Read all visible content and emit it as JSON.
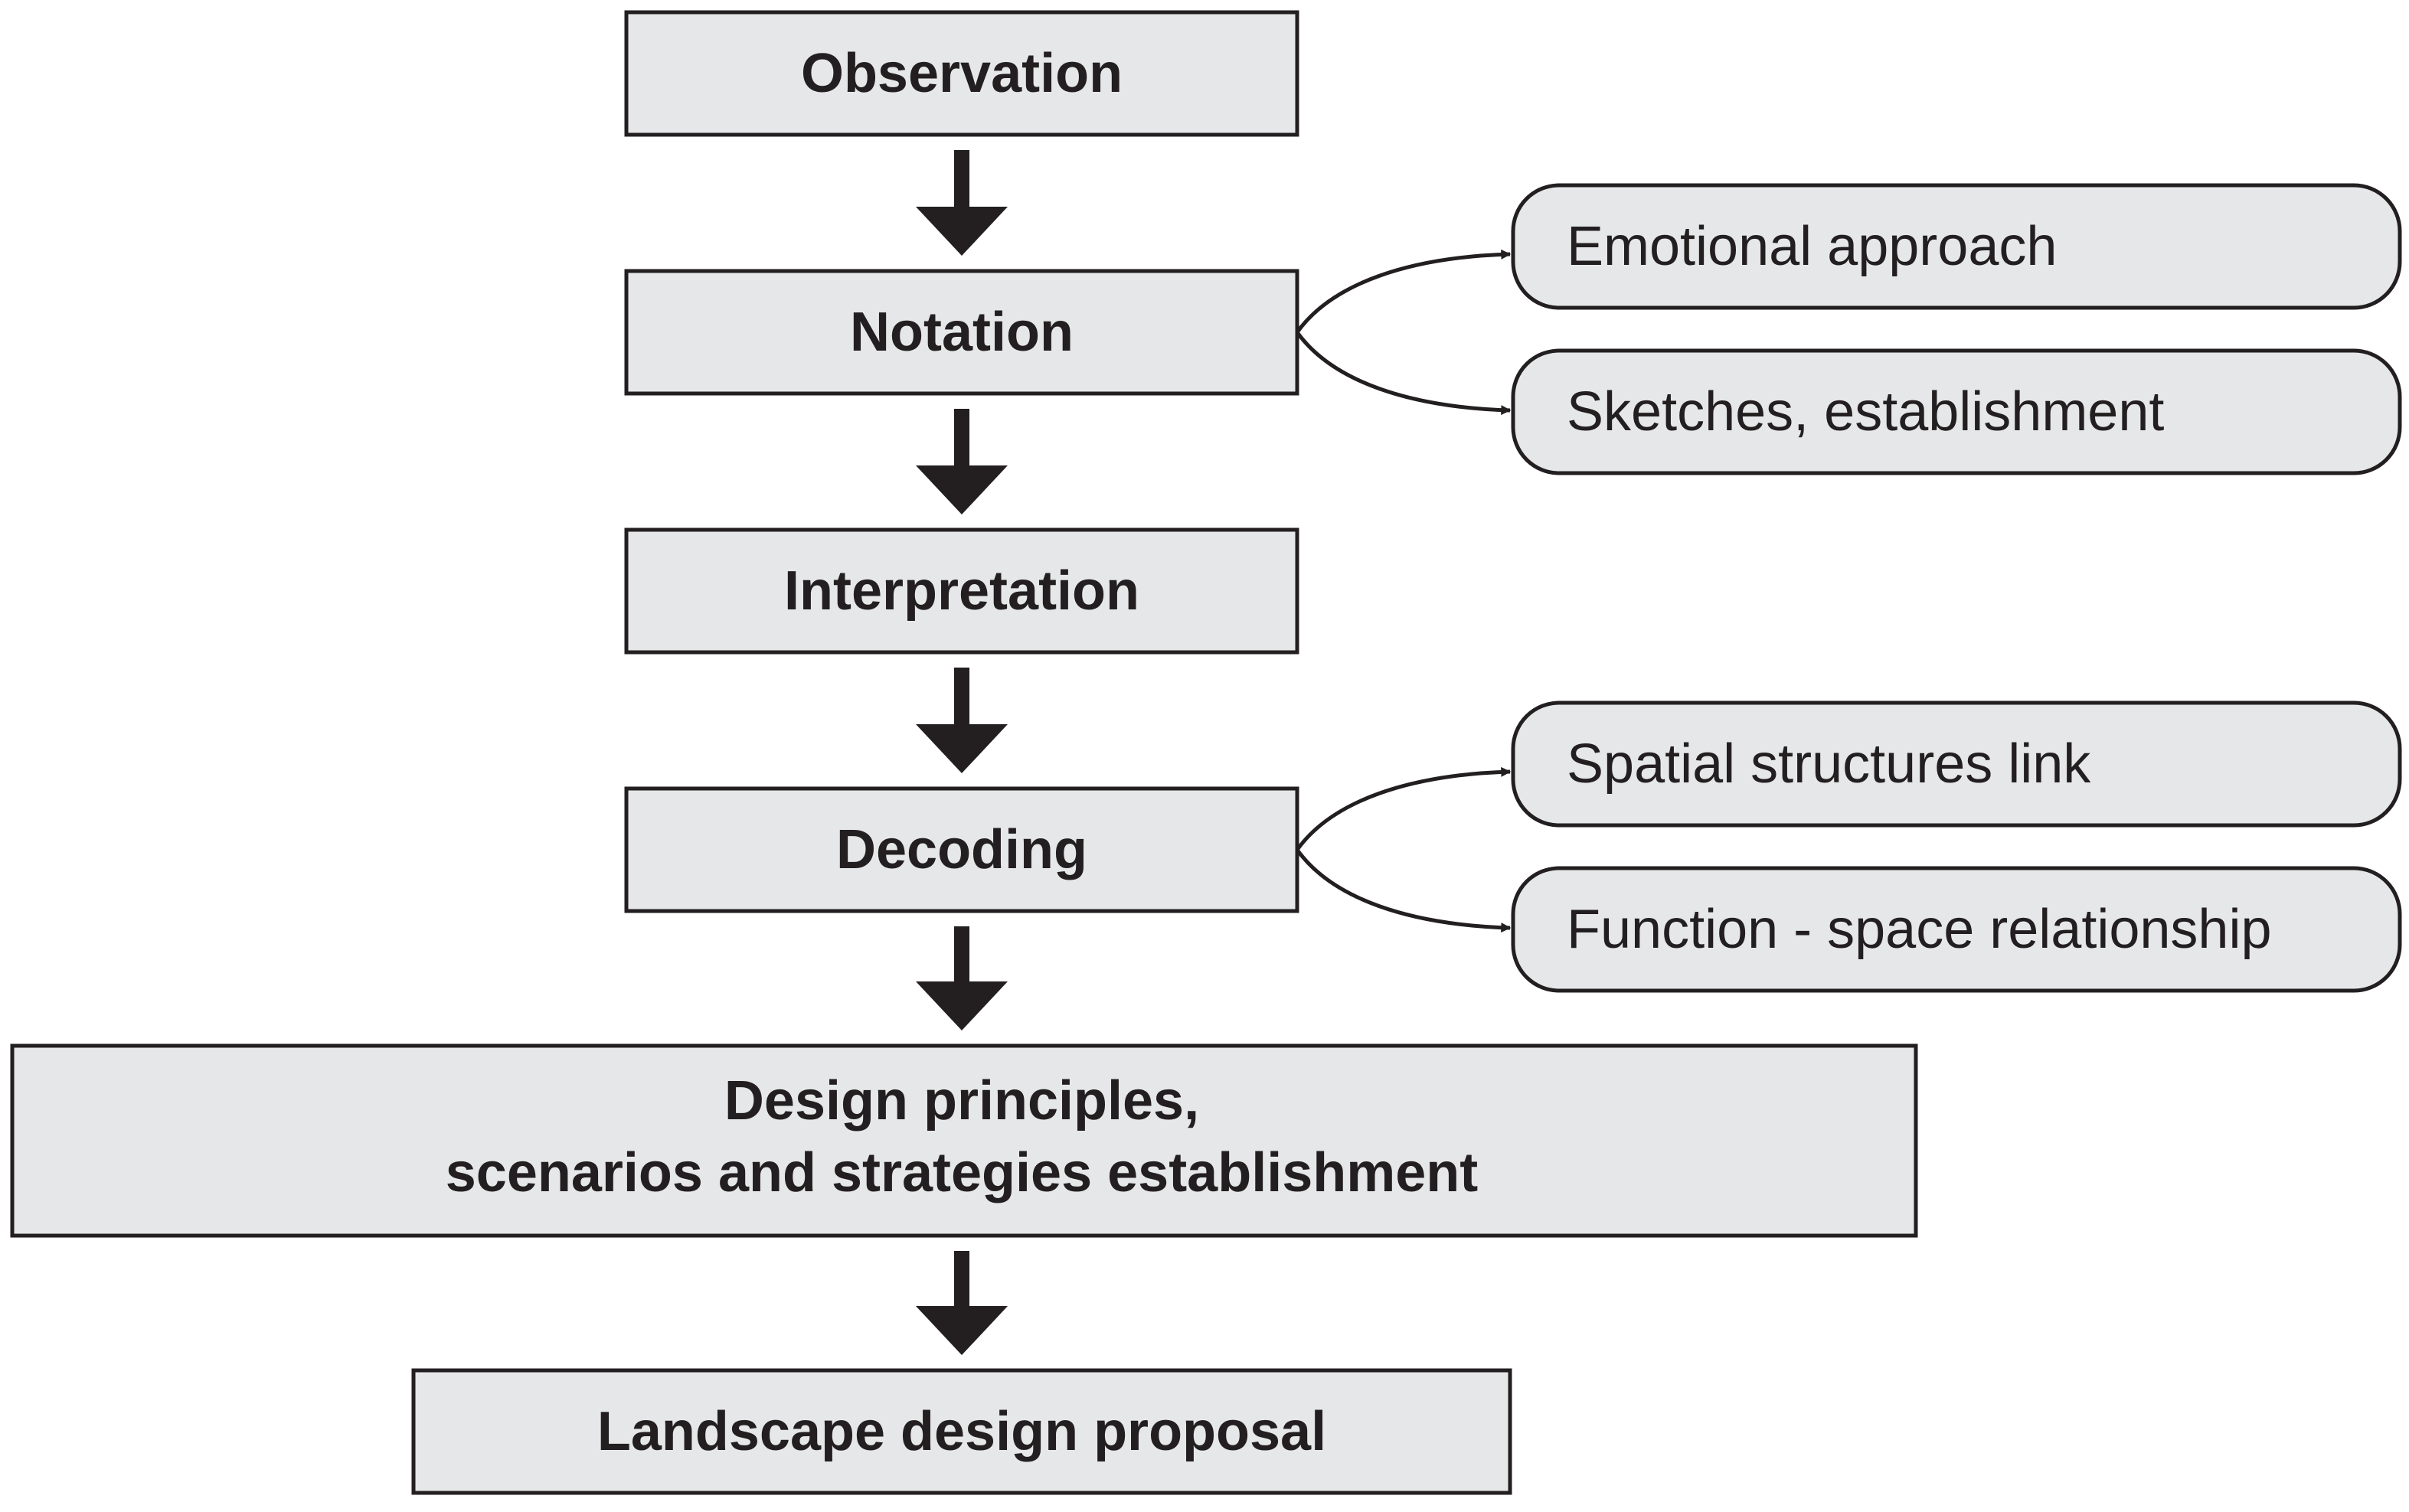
{
  "nodes": {
    "observation": "Observation",
    "notation": "Notation",
    "interpretation": "Interpretation",
    "decoding": "Decoding",
    "design_principles_line1": "Design principles,",
    "design_principles_line2": "scenarios and strategies establishment",
    "landscape_proposal": "Landscape design proposal"
  },
  "branches": {
    "notation": [
      "Emotional approach",
      "Sketches, establishment"
    ],
    "decoding": [
      "Spatial structures link",
      "Function - space relationship"
    ]
  },
  "colors": {
    "box_fill": "#e6e7e8",
    "stroke": "#231f20"
  }
}
